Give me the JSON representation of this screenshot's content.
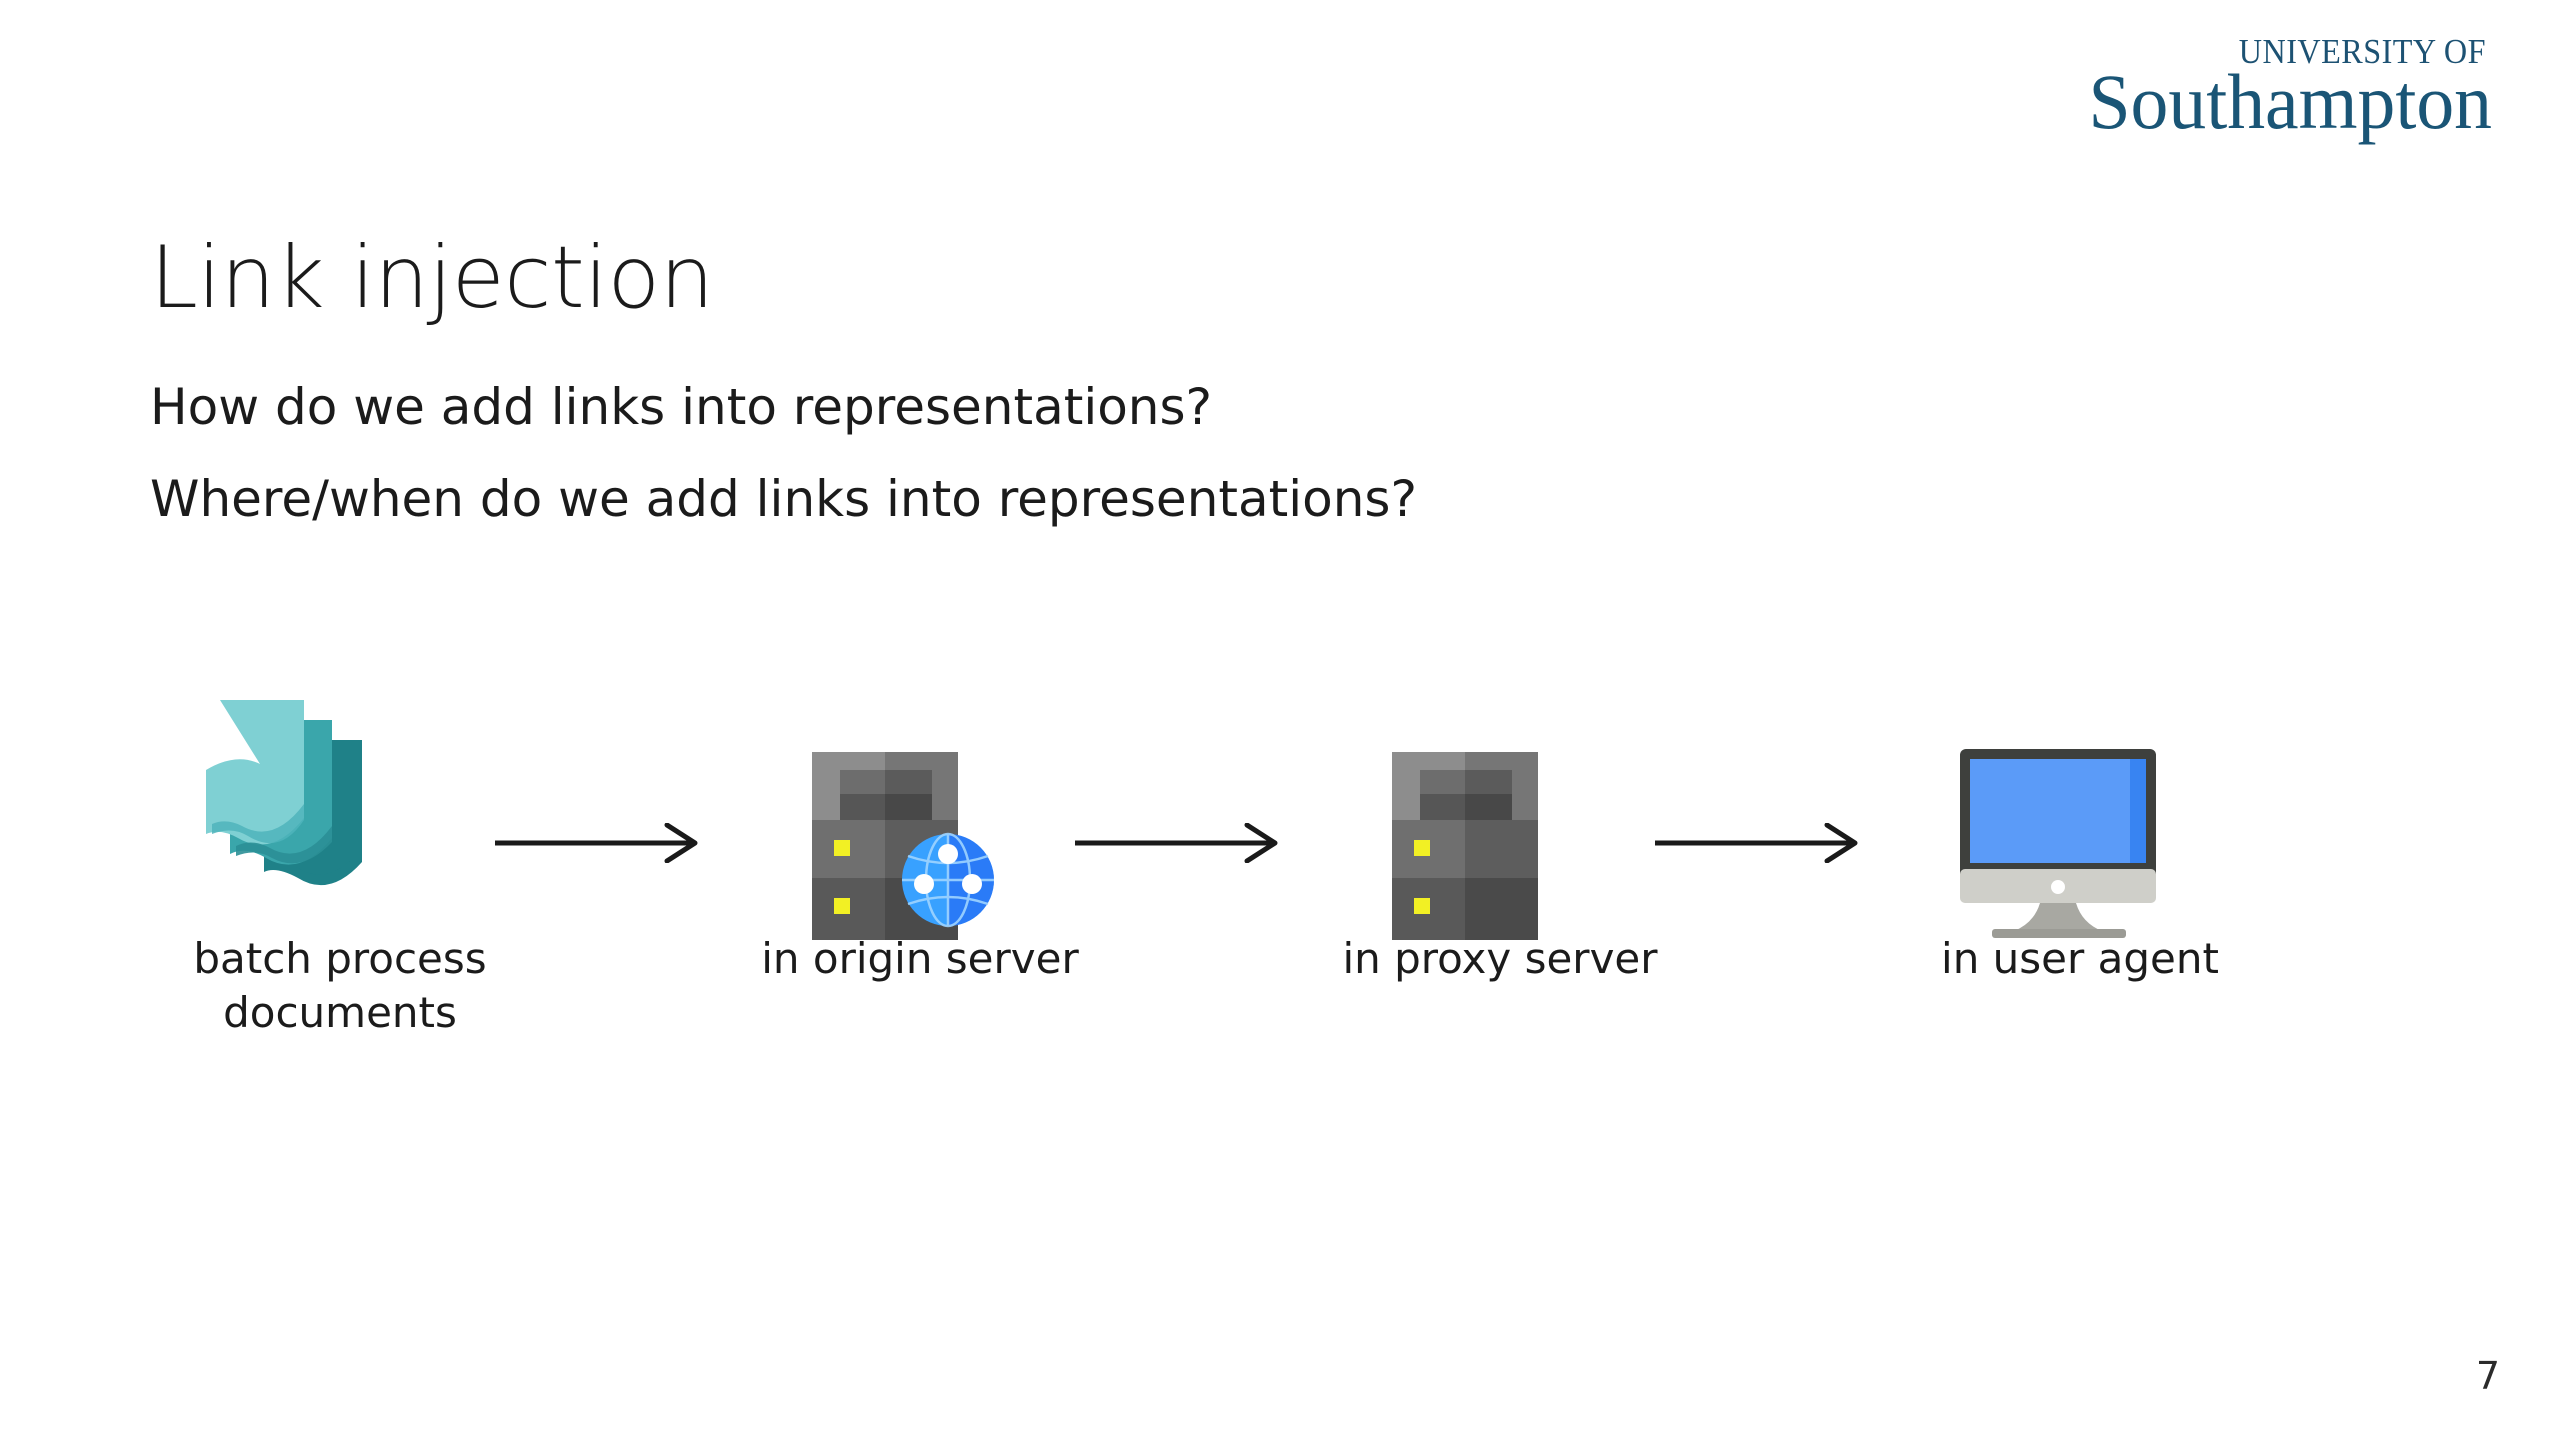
{
  "brand": {
    "logo_top": "UNIVERSITY OF",
    "logo_main": "Southampton",
    "logo_color": "#1a5576"
  },
  "slide": {
    "title": "Link injection",
    "body_lines": [
      "How do we add links into representations?",
      "Where/when do we add links into representations?"
    ],
    "page_number": "7",
    "background": "#ffffff",
    "text_color": "#1b1b1b"
  },
  "diagram": {
    "type": "pipeline",
    "arrow_color": "#1a1a1a",
    "stages": [
      {
        "id": "batch-process-documents",
        "label_line_1": "batch process",
        "label_line_2": "documents",
        "icon": "documents-stack-icon",
        "colors": {
          "front": "#7fd0d3",
          "middle": "#3aa6ab",
          "back": "#1f8188",
          "curl_front": "#4fb4bb",
          "curl_middle": "#2b8f96",
          "curl_back": "#1b767d"
        }
      },
      {
        "id": "origin-server",
        "label_line_1": "in origin server",
        "label_line_2": "",
        "icon": "server-globe-icon",
        "colors": {
          "body_light": "#8d8d8d",
          "body_mid": "#6f6f6f",
          "body_dark": "#595959",
          "shade": "#4a4a4a",
          "panel": "#6d6d6d",
          "panel_dark": "#565656",
          "led": "#f2f024",
          "globe_light": "#38a1ff",
          "globe_dark": "#1f5df0",
          "globe_node": "#ffffff"
        }
      },
      {
        "id": "proxy-server",
        "label_line_1": "in proxy server",
        "label_line_2": "",
        "icon": "server-icon",
        "colors": {
          "body_light": "#8d8d8d",
          "body_mid": "#6f6f6f",
          "body_dark": "#595959",
          "shade": "#4a4a4a",
          "panel": "#6d6d6d",
          "panel_dark": "#565656",
          "led": "#f2f024"
        }
      },
      {
        "id": "user-agent",
        "label_line_1": "in user agent",
        "label_line_2": "",
        "icon": "monitor-icon",
        "colors": {
          "bezel": "#3e403d",
          "screen": "#5b9bf8",
          "screen_edge": "#2f7ef0",
          "chin": "#cfcfc9",
          "dot": "#ffffff",
          "stand": "#a8a8a2",
          "base": "#9b9b95"
        }
      }
    ]
  }
}
